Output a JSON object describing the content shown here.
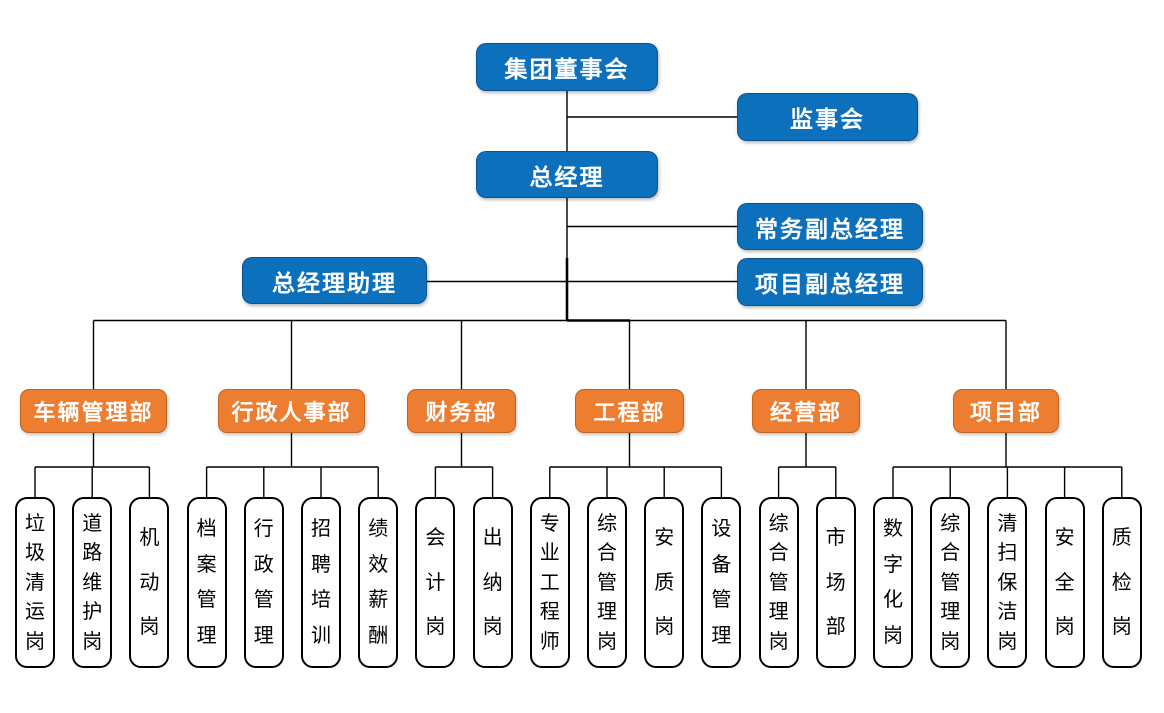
{
  "org_chart": {
    "top_nodes": [
      {
        "id": "board",
        "label": "集团董事会"
      },
      {
        "id": "supervisory",
        "label": "监事会"
      },
      {
        "id": "gm",
        "label": "总经理"
      },
      {
        "id": "exec_deputy_gm",
        "label": "常务副总经理"
      },
      {
        "id": "gm_assistant",
        "label": "总经理助理"
      },
      {
        "id": "project_deputy_gm",
        "label": "项目副总经理"
      }
    ],
    "departments": [
      {
        "id": "vehicle",
        "label": "车辆管理部",
        "positions": [
          "垃圾清运岗",
          "道路维护岗",
          "机动岗"
        ]
      },
      {
        "id": "admin_hr",
        "label": "行政人事部",
        "positions": [
          "档案管理",
          "行政管理",
          "招聘培训",
          "绩效薪酬"
        ]
      },
      {
        "id": "finance",
        "label": "财务部",
        "positions": [
          "会计岗",
          "出纳岗"
        ]
      },
      {
        "id": "engineering",
        "label": "工程部",
        "positions": [
          "专业工程师",
          "综合管理岗",
          "安质岗",
          "设备管理"
        ]
      },
      {
        "id": "operations",
        "label": "经营部",
        "positions": [
          "综合管理岗",
          "市场部"
        ]
      },
      {
        "id": "project",
        "label": "项目部",
        "positions": [
          "数字化岗",
          "综合管理岗",
          "清扫保洁岗",
          "安全岗",
          "质检岗"
        ]
      }
    ],
    "colors": {
      "executive_box": "#0c70bd",
      "department_box": "#ed7d31",
      "position_box_border": "#000000",
      "connector": "#000000"
    }
  }
}
